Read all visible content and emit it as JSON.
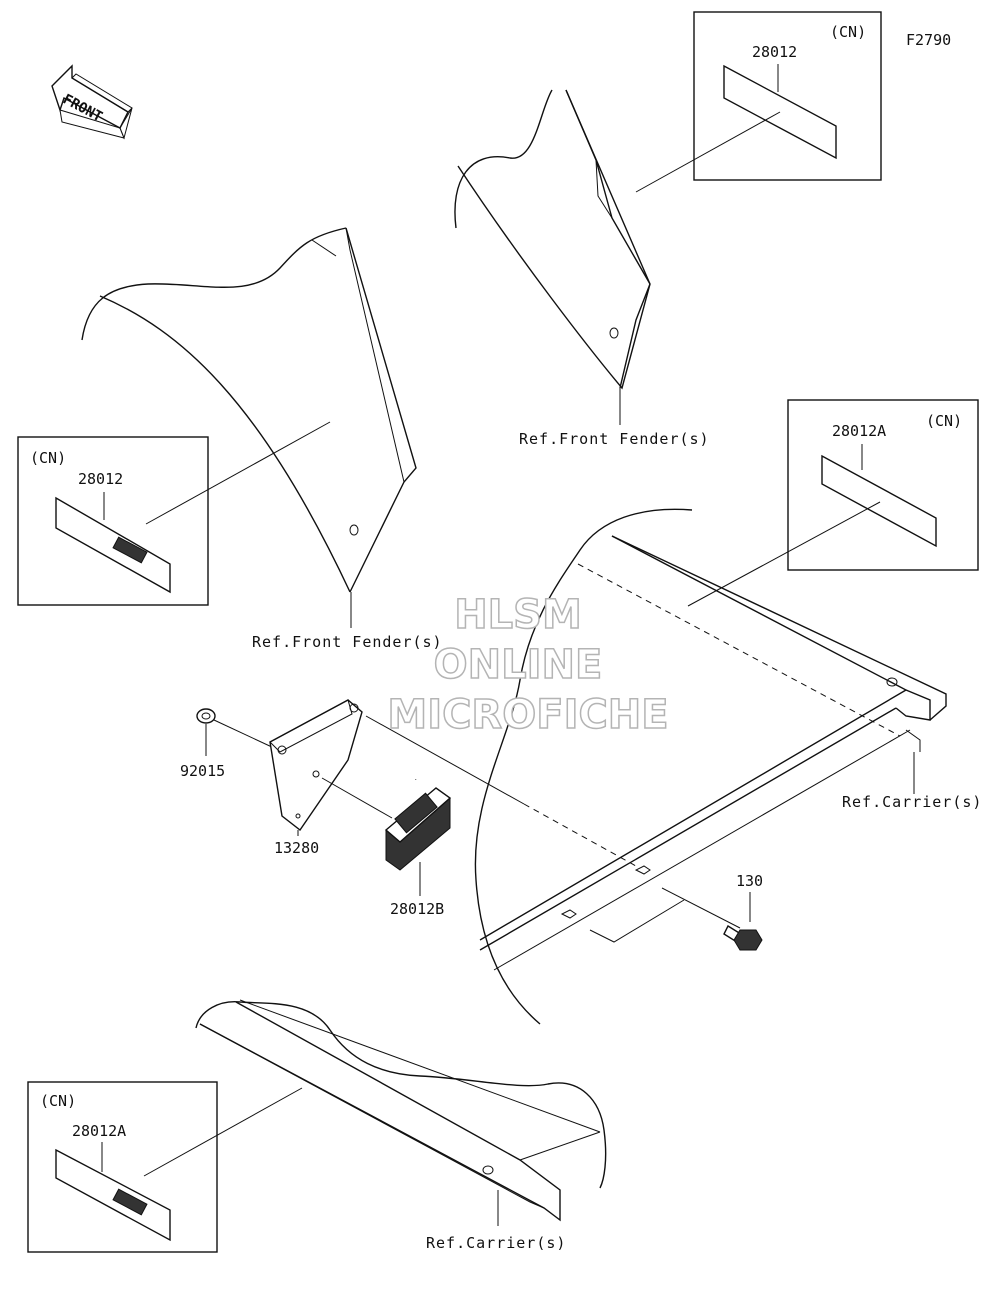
{
  "diagram": {
    "figure_code": "F2790",
    "front_arrow_label": "FRONT",
    "watermark": [
      "HLSM",
      "ONLINE",
      "MICROFICHE"
    ],
    "callouts": {
      "label_top_right": {
        "region": "(CN)",
        "part": "28012"
      },
      "label_left": {
        "region": "(CN)",
        "part": "28012"
      },
      "label_mid_right": {
        "region": "(CN)",
        "part": "28012A"
      },
      "label_bottom_left": {
        "region": "(CN)",
        "part": "28012A"
      }
    },
    "refs": {
      "front_fender_upper": "Ref.Front Fender(s)",
      "front_fender_left": "Ref.Front Fender(s)",
      "carrier_right": "Ref.Carrier(s)",
      "carrier_bottom": "Ref.Carrier(s)"
    },
    "parts": {
      "nut": "92015",
      "bracket": "13280",
      "reflector": "28012B",
      "bolt": "130"
    }
  }
}
